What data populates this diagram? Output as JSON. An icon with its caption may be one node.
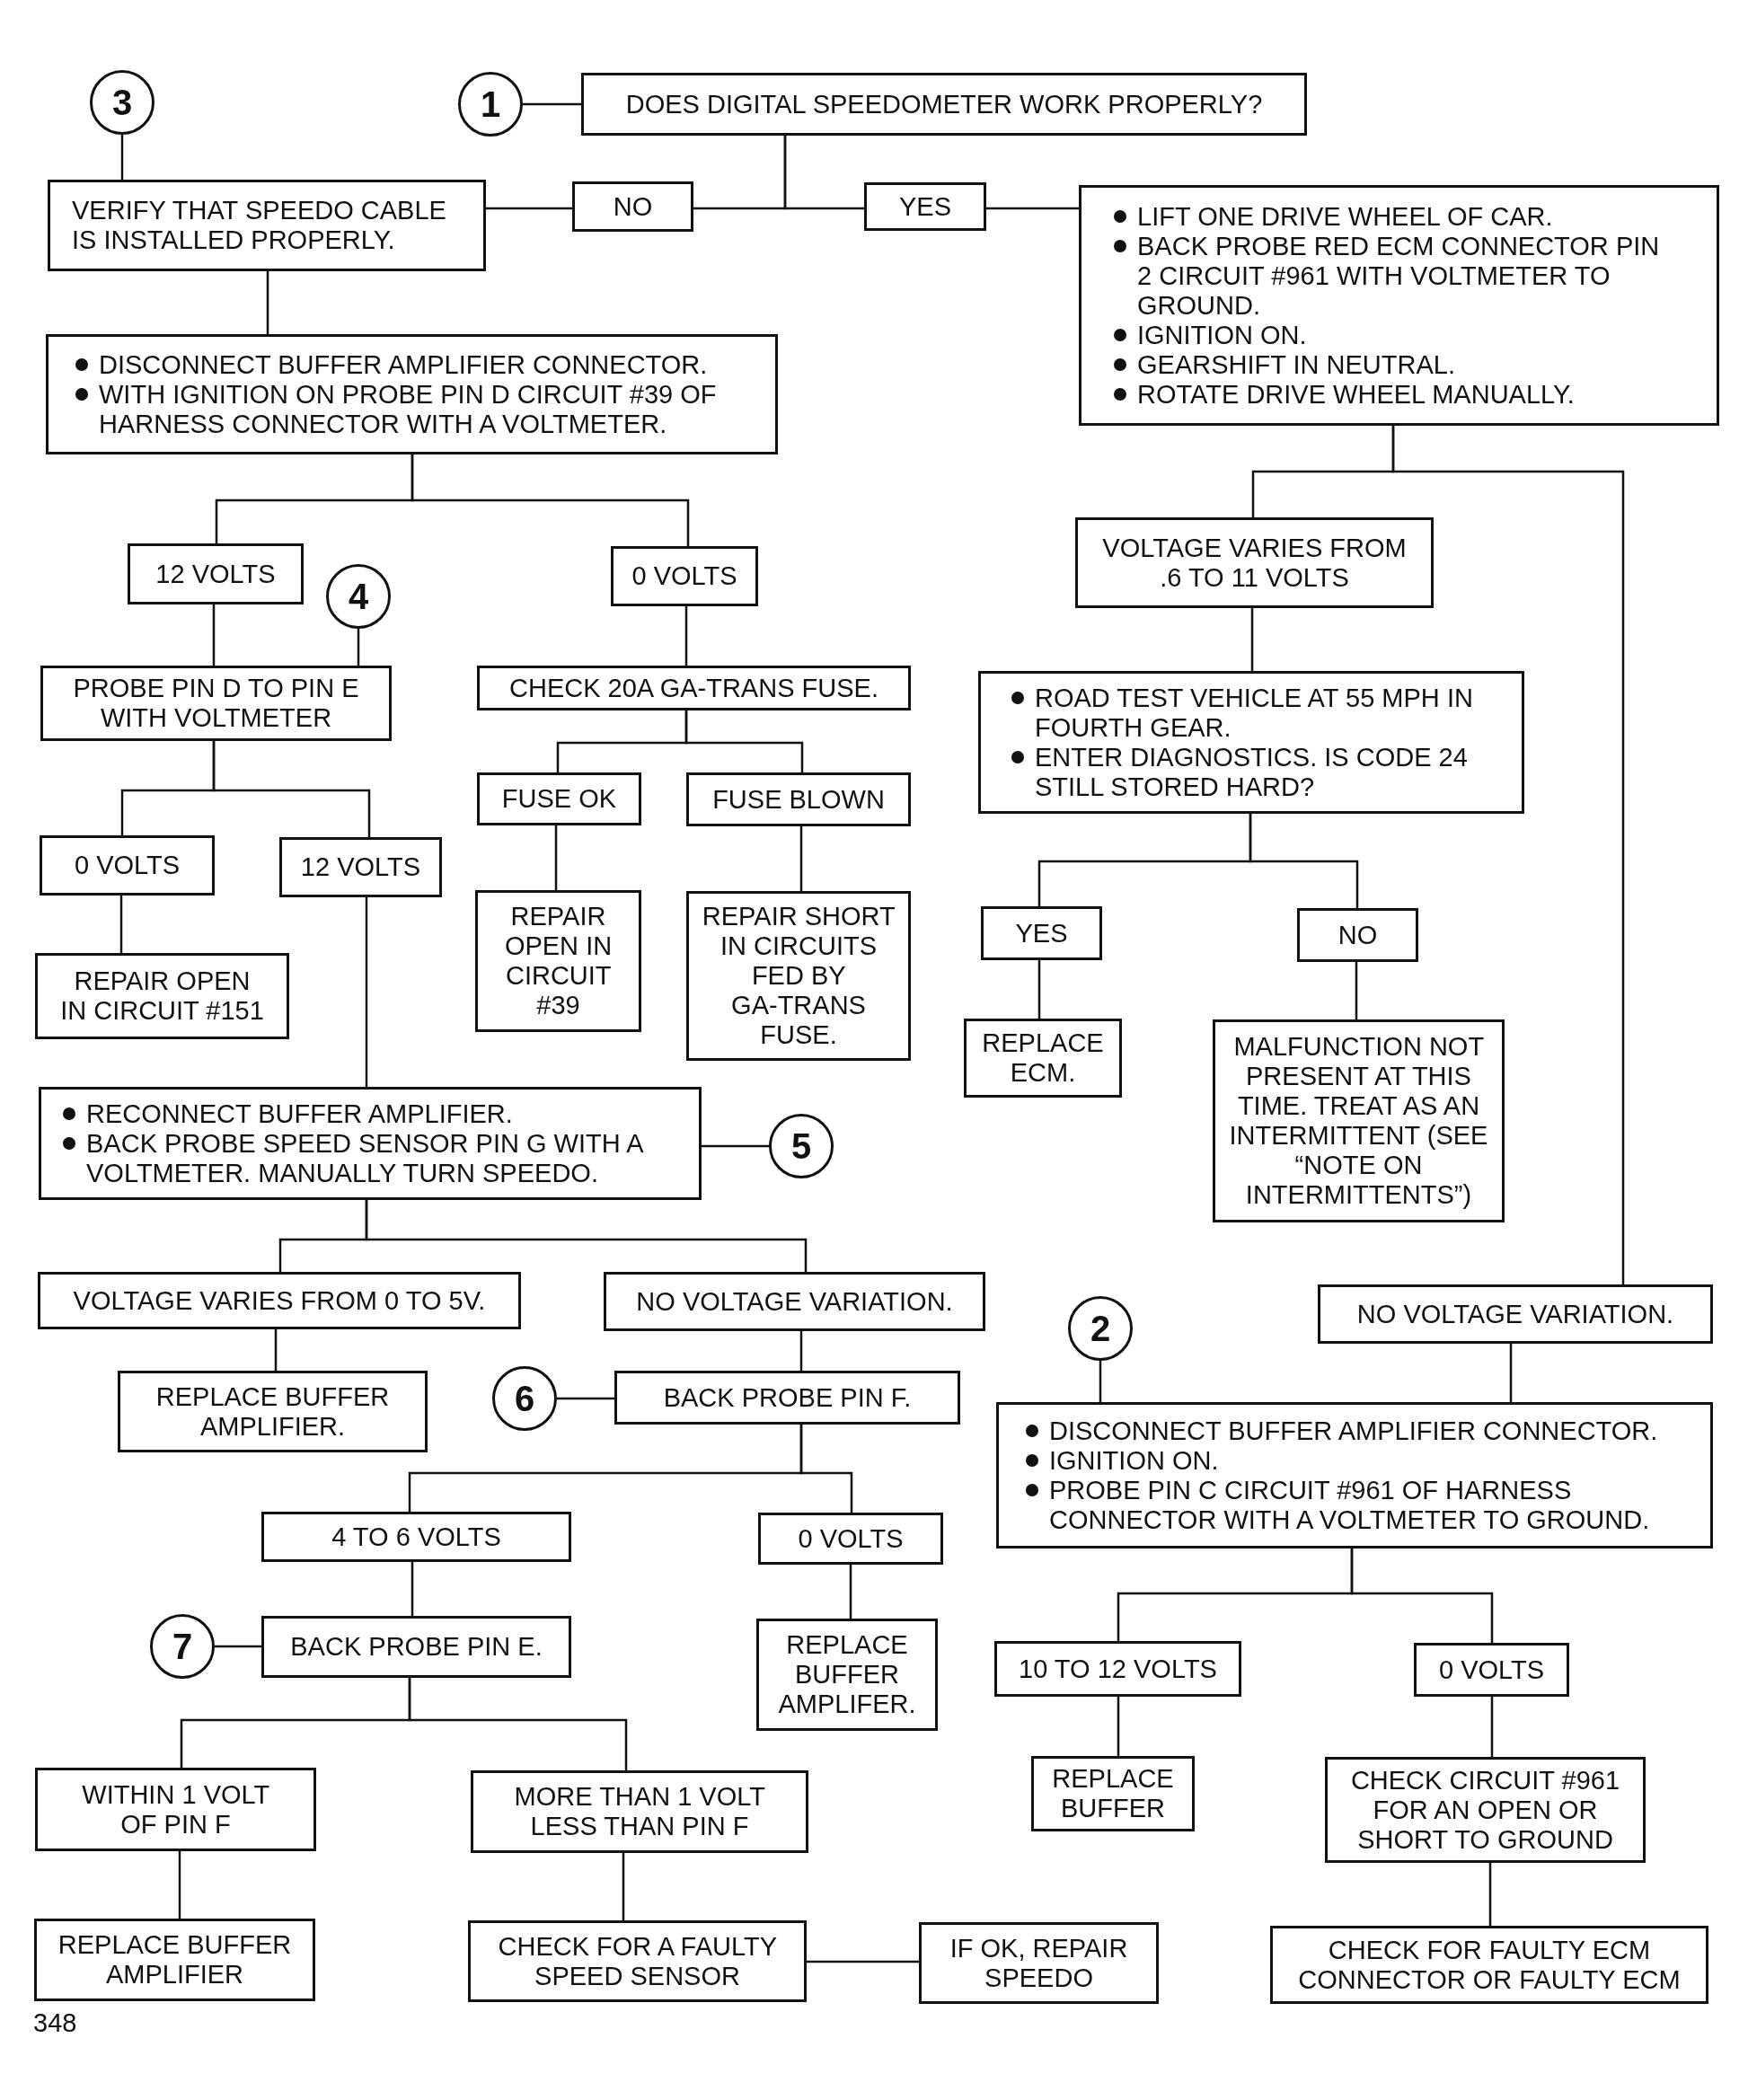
{
  "diagram": {
    "nodes": [
      {
        "text": [
          "3"
        ]
      },
      {
        "text": [
          "1"
        ]
      },
      {
        "text": [
          "DOES DIGITAL SPEEDOMETER WORK PROPERLY?"
        ]
      },
      {
        "text": [
          "VERIFY THAT SPEEDO CABLE IS INSTALLED PROPERLY."
        ]
      },
      {
        "text": [
          "NO"
        ]
      },
      {
        "text": [
          "YES"
        ]
      },
      {
        "text": [
          "LIFT ONE DRIVE WHEEL OF CAR.",
          "BACK PROBE RED ECM CONNECTOR PIN 2 CIRCUIT #961 WITH VOLTMETER TO GROUND.",
          "IGNITION ON.",
          "GEARSHIFT IN NEUTRAL.",
          "ROTATE DRIVE WHEEL MANUALLY."
        ]
      },
      {
        "text": [
          "DISCONNECT BUFFER AMPLIFIER CONNECTOR.",
          "WITH IGNITION ON PROBE PIN D CIRCUIT #39 OF HARNESS CONNECTOR WITH A VOLTMETER."
        ]
      },
      {
        "text": [
          "12 VOLTS"
        ]
      },
      {
        "text": [
          "0 VOLTS"
        ]
      },
      {
        "text": [
          "4"
        ]
      },
      {
        "text": [
          "VOLTAGE VARIES FROM .6 TO 11 VOLTS"
        ]
      },
      {
        "text": [
          "PROBE PIN D TO PIN E WITH VOLTMETER"
        ]
      },
      {
        "text": [
          "CHECK 20A GA-TRANS FUSE."
        ]
      },
      {
        "text": [
          "ROAD TEST VEHICLE AT 55 MPH IN FOURTH GEAR.",
          "ENTER DIAGNOSTICS. IS CODE 24 STILL STORED HARD?"
        ]
      },
      {
        "text": [
          "FUSE OK"
        ]
      },
      {
        "text": [
          "FUSE BLOWN"
        ]
      },
      {
        "text": [
          "0 VOLTS"
        ]
      },
      {
        "text": [
          "12 VOLTS"
        ]
      },
      {
        "text": [
          "REPAIR OPEN IN CIRCUIT #39"
        ]
      },
      {
        "text": [
          "REPAIR SHORT IN CIRCUITS FED BY GA-TRANS FUSE."
        ]
      },
      {
        "text": [
          "YES"
        ]
      },
      {
        "text": [
          "NO"
        ]
      },
      {
        "text": [
          "REPAIR OPEN IN CIRCUIT #151"
        ]
      },
      {
        "text": [
          "REPLACE ECM."
        ]
      },
      {
        "text": [
          "MALFUNCTION NOT PRESENT AT THIS TIME. TREAT AS AN INTERMITTENT (SEE “NOTE ON INTERMITTENTS”)"
        ]
      },
      {
        "text": [
          "RECONNECT BUFFER AMPLIFIER.",
          "BACK PROBE SPEED SENSOR PIN G WITH A VOLTMETER. MANUALLY TURN SPEEDO."
        ]
      },
      {
        "text": [
          "5"
        ]
      },
      {
        "text": [
          "VOLTAGE VARIES FROM 0 TO 5V."
        ]
      },
      {
        "text": [
          "NO VOLTAGE VARIATION."
        ]
      },
      {
        "text": [
          "NO VOLTAGE VARIATION."
        ]
      },
      {
        "text": [
          "2"
        ]
      },
      {
        "text": [
          "REPLACE BUFFER AMPLIFIER."
        ]
      },
      {
        "text": [
          "6"
        ]
      },
      {
        "text": [
          "BACK PROBE PIN F."
        ]
      },
      {
        "text": [
          "DISCONNECT BUFFER AMPLIFIER CONNECTOR.",
          "IGNITION ON.",
          "PROBE PIN C CIRCUIT #961 OF HARNESS CONNECTOR WITH A VOLTMETER TO GROUND."
        ]
      },
      {
        "text": [
          "4 TO 6 VOLTS"
        ]
      },
      {
        "text": [
          "0 VOLTS"
        ]
      },
      {
        "text": [
          "7"
        ]
      },
      {
        "text": [
          "BACK PROBE PIN E."
        ]
      },
      {
        "text": [
          "REPLACE BUFFER AMPLIFER."
        ]
      },
      {
        "text": [
          "10 TO 12 VOLTS"
        ]
      },
      {
        "text": [
          "0 VOLTS"
        ]
      },
      {
        "text": [
          "REPLACE BUFFER"
        ]
      },
      {
        "text": [
          "CHECK CIRCUIT #961 FOR AN OPEN OR SHORT TO GROUND"
        ]
      },
      {
        "text": [
          "WITHIN 1 VOLT OF PIN F"
        ]
      },
      {
        "text": [
          "MORE THAN 1 VOLT LESS THAN PIN F"
        ]
      },
      {
        "text": [
          "REPLACE BUFFER AMPLIFIER"
        ]
      },
      {
        "text": [
          "CHECK FOR A FAULTY SPEED SENSOR"
        ]
      },
      {
        "text": [
          "IF OK, REPAIR SPEEDO"
        ]
      },
      {
        "text": [
          "CHECK FOR FAULTY ECM CONNECTOR OR FAULTY ECM"
        ]
      }
    ],
    "edges": [
      {
        "from": 1,
        "to": 2,
        "arrow": "none"
      },
      {
        "from": 2,
        "to": 4,
        "arrow": "none"
      },
      {
        "from": 2,
        "to": 5,
        "arrow": "none"
      },
      {
        "from": 4,
        "to": 3,
        "arrow": "none"
      },
      {
        "from": 5,
        "to": 6,
        "arrow": "none"
      },
      {
        "from": 0,
        "to": 3,
        "arrow": "none"
      },
      {
        "from": 3,
        "to": 7,
        "arrow": "none"
      },
      {
        "from": 7,
        "to": 8,
        "arrow": "none"
      },
      {
        "from": 7,
        "to": 9,
        "arrow": "none"
      },
      {
        "from": 10,
        "to": 12,
        "arrow": "none"
      },
      {
        "from": 8,
        "to": 12,
        "arrow": "none"
      },
      {
        "from": 9,
        "to": 13,
        "arrow": "none"
      },
      {
        "from": 6,
        "to": 11,
        "arrow": "none"
      },
      {
        "from": 6,
        "to": 30,
        "arrow": "none"
      },
      {
        "from": 11,
        "to": 14,
        "arrow": "none"
      },
      {
        "from": 12,
        "to": 17,
        "arrow": "none"
      },
      {
        "from": 12,
        "to": 18,
        "arrow": "none"
      },
      {
        "from": 13,
        "to": 15,
        "arrow": "none"
      },
      {
        "from": 13,
        "to": 16,
        "arrow": "none"
      },
      {
        "from": 14,
        "to": 21,
        "arrow": "none"
      },
      {
        "from": 14,
        "to": 22,
        "arrow": "none"
      },
      {
        "from": 15,
        "to": 19,
        "arrow": "none"
      },
      {
        "from": 16,
        "to": 20,
        "arrow": "none"
      },
      {
        "from": 17,
        "to": 23,
        "arrow": "none"
      },
      {
        "from": 18,
        "to": 26,
        "arrow": "none"
      },
      {
        "from": 21,
        "to": 24,
        "arrow": "none"
      },
      {
        "from": 22,
        "to": 25,
        "arrow": "none"
      },
      {
        "from": 26,
        "to": 27,
        "arrow": "none"
      },
      {
        "from": 26,
        "to": 28,
        "arrow": "none"
      },
      {
        "from": 26,
        "to": 29,
        "arrow": "none"
      },
      {
        "from": 28,
        "to": 32,
        "arrow": "none"
      },
      {
        "from": 29,
        "to": 34,
        "arrow": "none"
      },
      {
        "from": 33,
        "to": 34,
        "arrow": "none"
      },
      {
        "from": 31,
        "to": 35,
        "arrow": "none"
      },
      {
        "from": 30,
        "to": 35,
        "arrow": "none"
      },
      {
        "from": 34,
        "to": 36,
        "arrow": "none"
      },
      {
        "from": 34,
        "to": 37,
        "arrow": "none"
      },
      {
        "from": 35,
        "to": 41,
        "arrow": "none"
      },
      {
        "from": 35,
        "to": 42,
        "arrow": "none"
      },
      {
        "from": 36,
        "to": 39,
        "arrow": "none"
      },
      {
        "from": 37,
        "to": 40,
        "arrow": "none"
      },
      {
        "from": 38,
        "to": 39,
        "arrow": "none"
      },
      {
        "from": 39,
        "to": 45,
        "arrow": "none"
      },
      {
        "from": 39,
        "to": 46,
        "arrow": "none"
      },
      {
        "from": 41,
        "to": 43,
        "arrow": "none"
      },
      {
        "from": 42,
        "to": 44,
        "arrow": "none"
      },
      {
        "from": 45,
        "to": 47,
        "arrow": "none"
      },
      {
        "from": 46,
        "to": 48,
        "arrow": "none"
      },
      {
        "from": 48,
        "to": 49,
        "arrow": "none"
      },
      {
        "from": 44,
        "to": 50,
        "arrow": "none"
      }
    ],
    "labels": [
      "348"
    ]
  }
}
